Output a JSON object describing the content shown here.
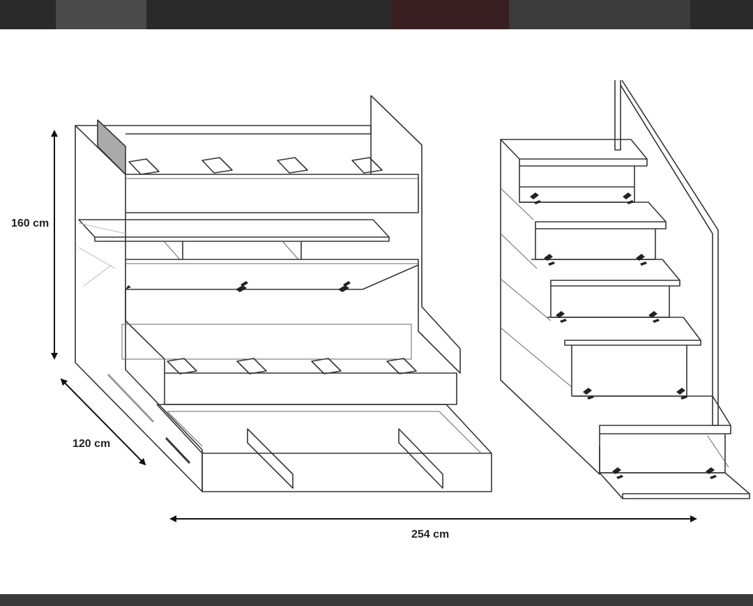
{
  "dimensions": {
    "height": "160 cm",
    "depth": "120 cm",
    "width": "254 cm"
  },
  "colors": {
    "line": "#333333",
    "background": "#ffffff",
    "top_bar": "#2a2a2a",
    "bottom_bar": "#3a3a3a"
  }
}
